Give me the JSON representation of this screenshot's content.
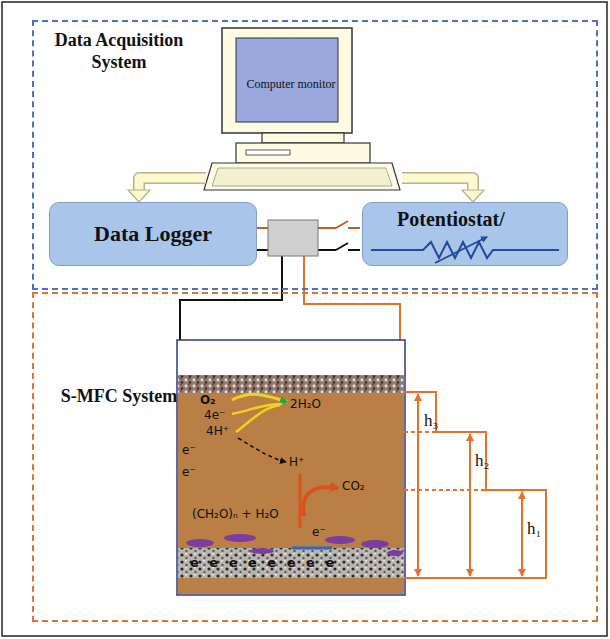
{
  "diagram": {
    "nodes": [
      {
        "text": [
          "Data Acquisition System"
        ]
      },
      {
        "text": [
          "Computer monitor"
        ],
        "in": 0
      },
      {
        "text": [
          "Data Logger"
        ],
        "in": 0
      },
      {
        "text": [
          "Potentiostat/"
        ],
        "in": 0
      },
      {
        "text": [
          "S-MFC System"
        ]
      }
    ],
    "edges": [
      {
        "from": 1,
        "to": 2,
        "arrow": "to"
      },
      {
        "from": 1,
        "to": 3,
        "arrow": "to"
      }
    ],
    "labels": [
      "O₂",
      "4e⁻",
      "4H⁺",
      "2H₂O",
      "H⁺",
      "CO₂",
      "(CH₂O)ₙ + H₂O",
      "e⁻",
      "e⁻",
      "e⁻",
      "e e e e e e e e",
      "h₃",
      "h₂",
      "h₁"
    ]
  }
}
